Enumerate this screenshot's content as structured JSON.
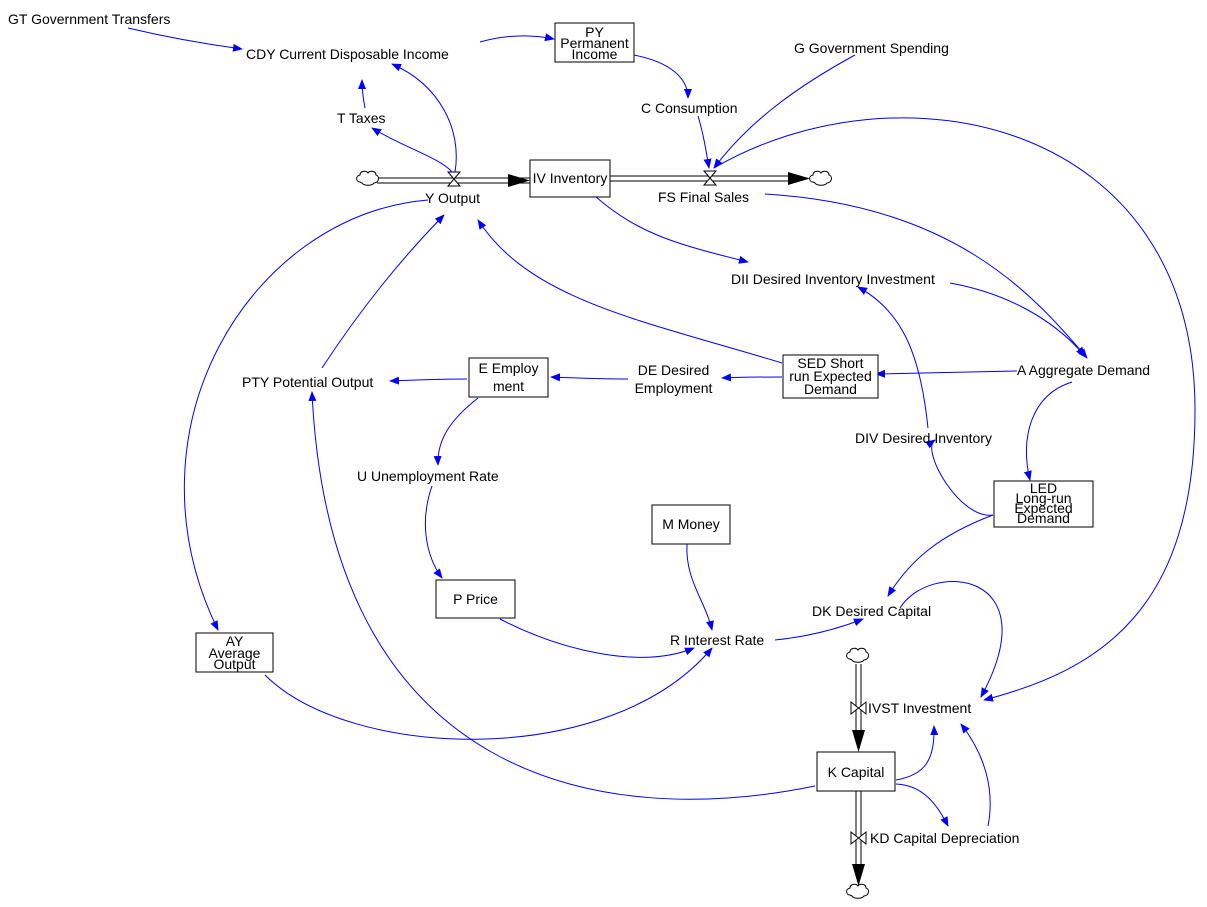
{
  "variables": {
    "gt": "GT Government Transfers",
    "cdy": "CDY Current Disposable Income",
    "py": [
      "PY",
      "Permanent",
      "Income"
    ],
    "g": "G Government Spending",
    "c": "C Consumption",
    "t": "T Taxes",
    "y": "Y Output",
    "iv": "IV Inventory",
    "fs": "FS Final Sales",
    "dii": "DII Desired Inventory Investment",
    "pty": "PTY Potential Output",
    "e": [
      "E Employ",
      "ment"
    ],
    "de": [
      "DE Desired",
      "Employment"
    ],
    "sed": [
      "SED Short",
      "run Expected",
      "Demand"
    ],
    "a": "A Aggregate Demand",
    "div": "DIV Desired Inventory",
    "u": "U Unemployment Rate",
    "led": [
      "LED",
      "Long-run",
      "Expected",
      "Demand"
    ],
    "m": "M Money",
    "p": "P Price",
    "dk": "DK Desired Capital",
    "r": "R Interest Rate",
    "ay": [
      "AY",
      "Average",
      "Output"
    ],
    "ivst": "IVST Investment",
    "k": "K Capital",
    "kd": "KD Capital Depreciation"
  },
  "colors": {
    "link": "#0000ff",
    "flow": "#000000",
    "background": "#ffffff"
  }
}
